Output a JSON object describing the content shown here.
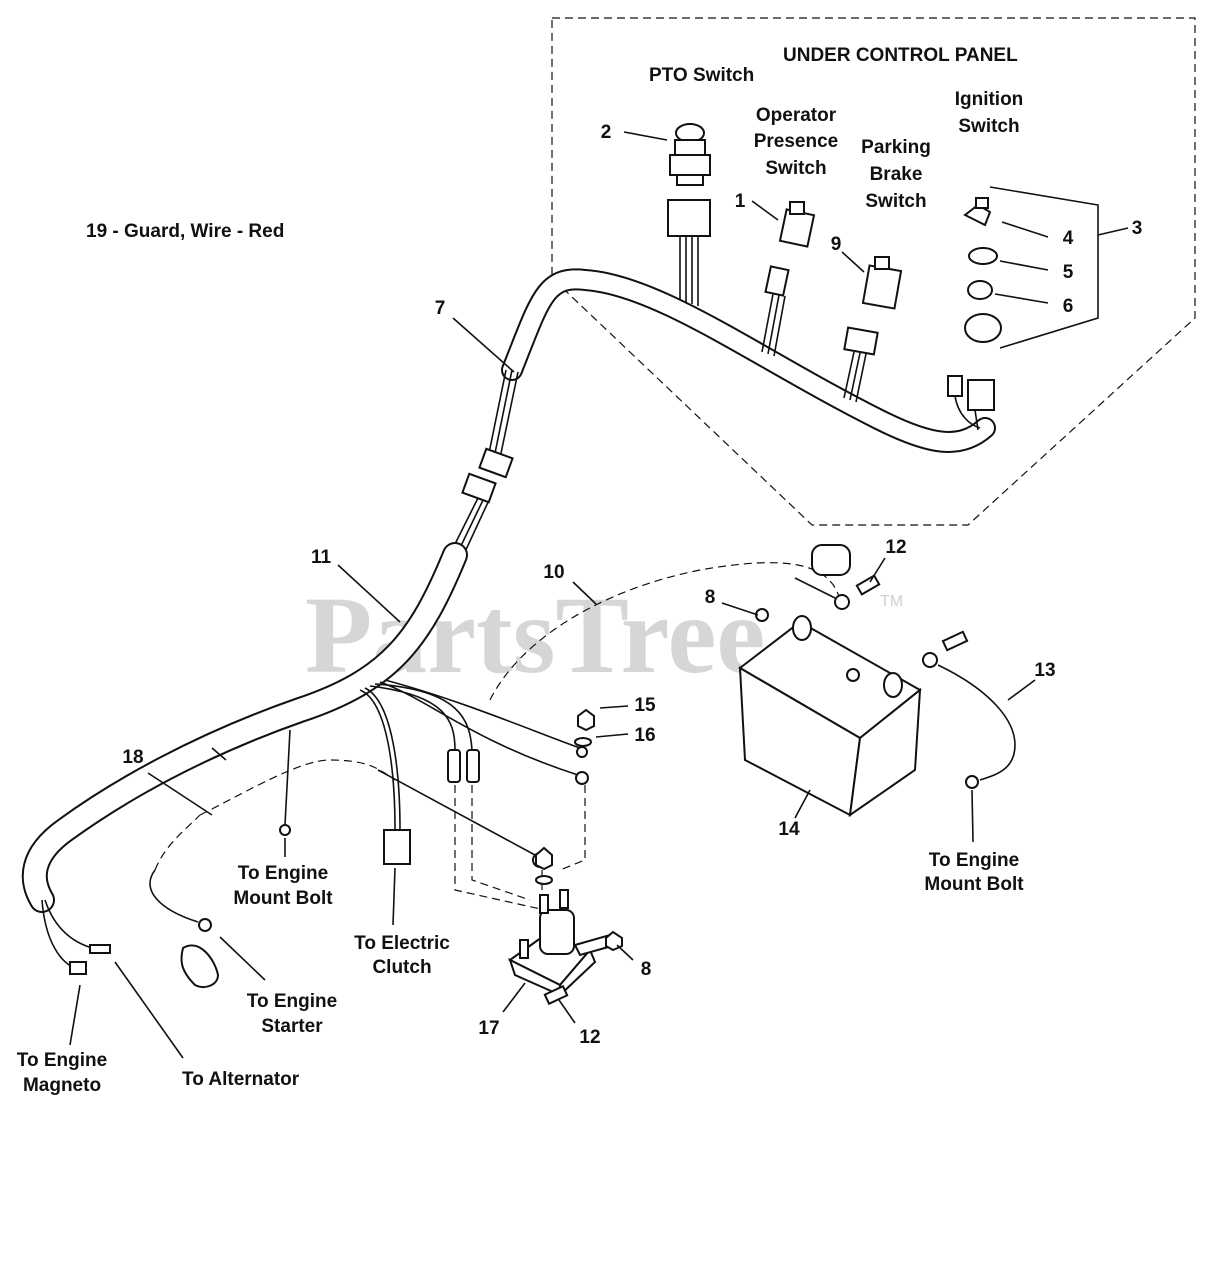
{
  "watermark": {
    "text": "PartsTree",
    "tm": "TM"
  },
  "header": {
    "panel_title": "UNDER CONTROL PANEL"
  },
  "note": "19 - Guard, Wire - Red",
  "labels": {
    "pto_switch": "PTO Switch",
    "operator_presence": [
      "Operator",
      "Presence",
      "Switch"
    ],
    "parking_brake": [
      "Parking",
      "Brake",
      "Switch"
    ],
    "ignition": [
      "Ignition",
      "Switch"
    ],
    "engine_mount_left": [
      "To Engine",
      "Mount Bolt"
    ],
    "electric_clutch": [
      "To Electric",
      "Clutch"
    ],
    "engine_starter": [
      "To Engine",
      "Starter"
    ],
    "engine_magneto": [
      "To Engine",
      "Magneto"
    ],
    "alternator": "To Alternator",
    "engine_mount_right": [
      "To Engine",
      "Mount Bolt"
    ]
  },
  "callouts": {
    "c2": "2",
    "c1": "1",
    "c9": "9",
    "c4": "4",
    "c5": "5",
    "c6": "6",
    "c3": "3",
    "c7": "7",
    "c11": "11",
    "c10": "10",
    "c12a": "12",
    "c8a": "8",
    "c15": "15",
    "c16": "16",
    "c13": "13",
    "c14": "14",
    "c18": "18",
    "c8b": "8",
    "c17": "17",
    "c12b": "12"
  }
}
